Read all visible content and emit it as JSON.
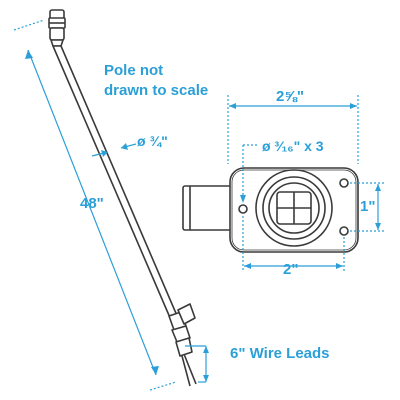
{
  "labels": {
    "pole_note_line1": "Pole not",
    "pole_note_line2": "drawn to scale",
    "pole_diameter": "ø ¾\"",
    "pole_length": "48\"",
    "base_width": "2⅝\"",
    "screw_holes": "ø ³⁄₁₆\" x 3",
    "hole_spacing_vertical": "1\"",
    "hole_spacing_horizontal": "2\"",
    "wire_leads": "6\" Wire Leads"
  },
  "colors": {
    "dimension": "#2b9fd8",
    "outline": "#3a3a3a",
    "fill": "#ffffff"
  }
}
